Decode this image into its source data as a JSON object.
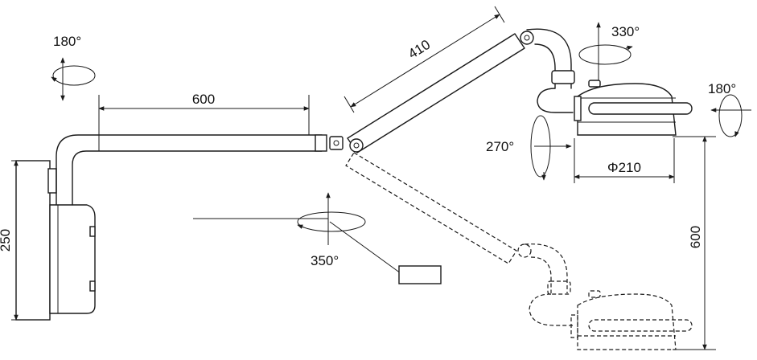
{
  "dimensions": {
    "arm_length": "600",
    "second_arm_length": "410",
    "wall_mount_height": "250",
    "drop_height": "600",
    "lamp_diameter": "Φ210"
  },
  "rotations": {
    "mount_rotation": "180°",
    "arm_rotation": "350°",
    "joint_rotation": "270°",
    "head_axis_rotation": "330°",
    "head_tilt": "180°"
  }
}
